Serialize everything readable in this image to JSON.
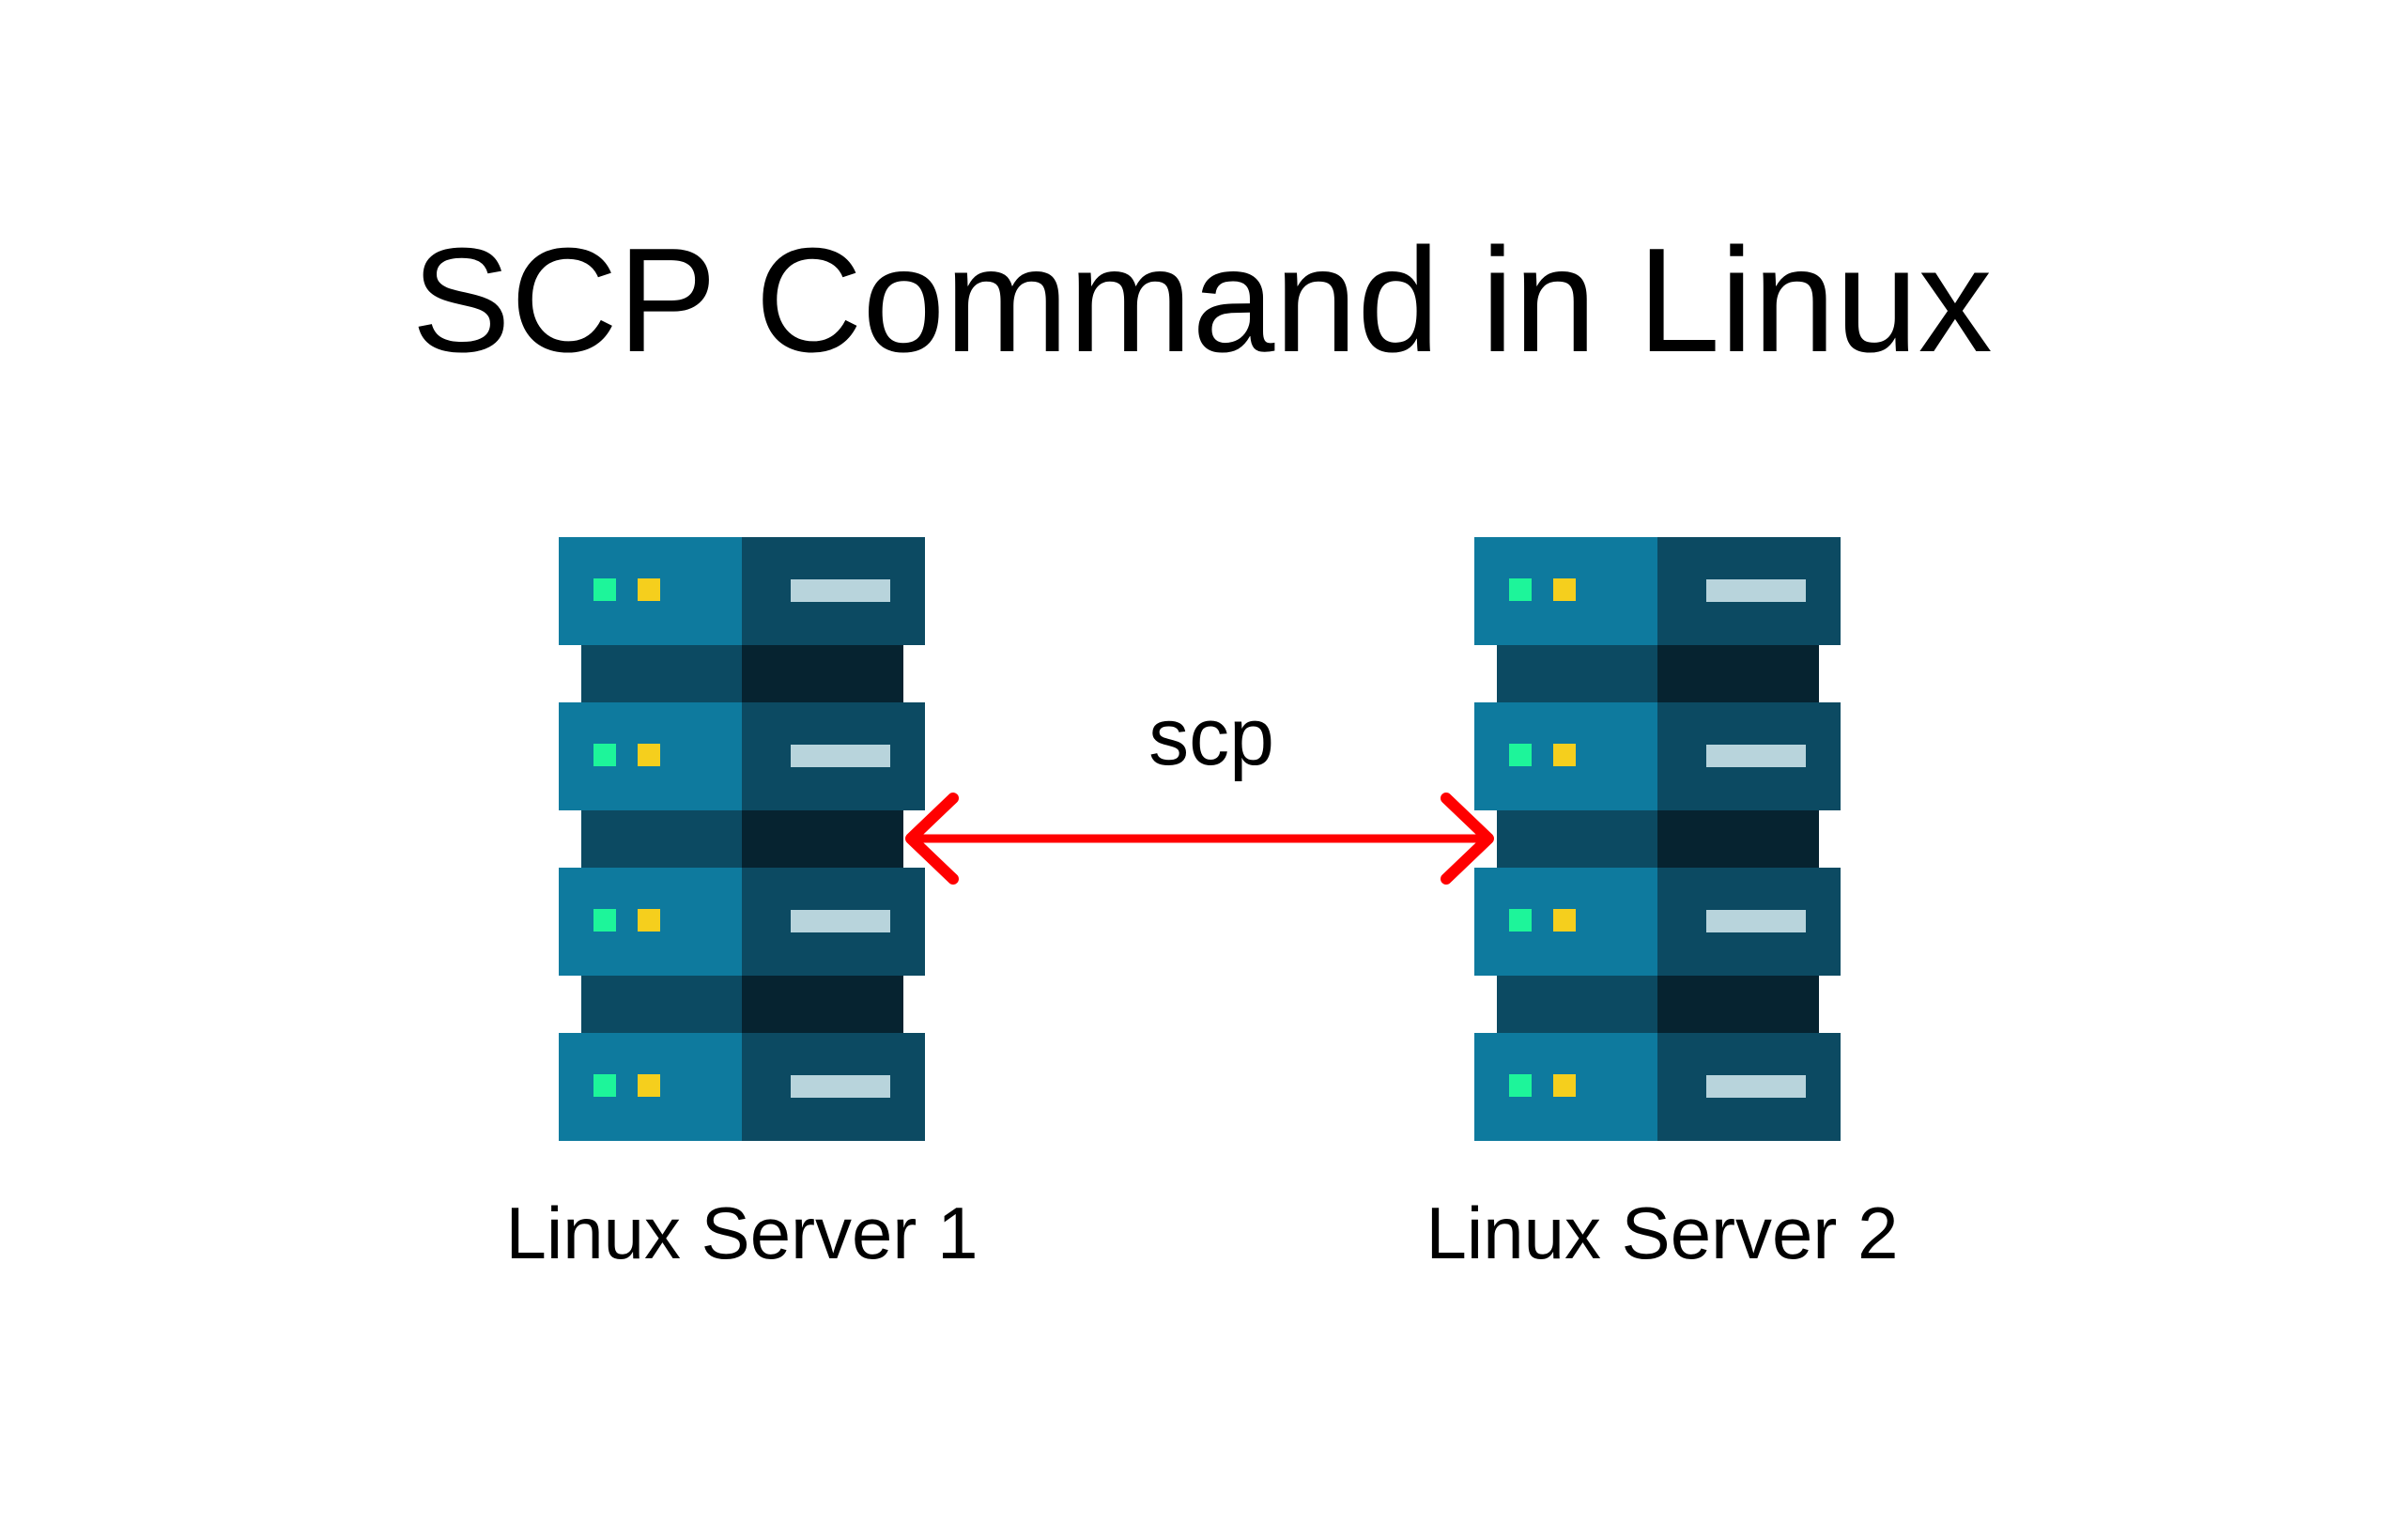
{
  "title": "SCP Command in Linux",
  "connection": {
    "label": "scp",
    "direction": "bidirectional",
    "color": "#ff0000"
  },
  "servers": [
    {
      "label": "Linux Server 1",
      "icon": "server-rack-icon",
      "units": 4
    },
    {
      "label": "Linux Server 2",
      "icon": "server-rack-icon",
      "units": 4
    }
  ],
  "colors": {
    "background": "#ffffff",
    "unit_left": "#0e7a9e",
    "unit_right": "#0c4a62",
    "spacer_left": "#0c4a62",
    "spacer_right": "#062330",
    "led_green": "#1df59a",
    "led_yellow": "#f5cf1d",
    "slot": "#b8d4dc",
    "arrow": "#ff0000"
  }
}
